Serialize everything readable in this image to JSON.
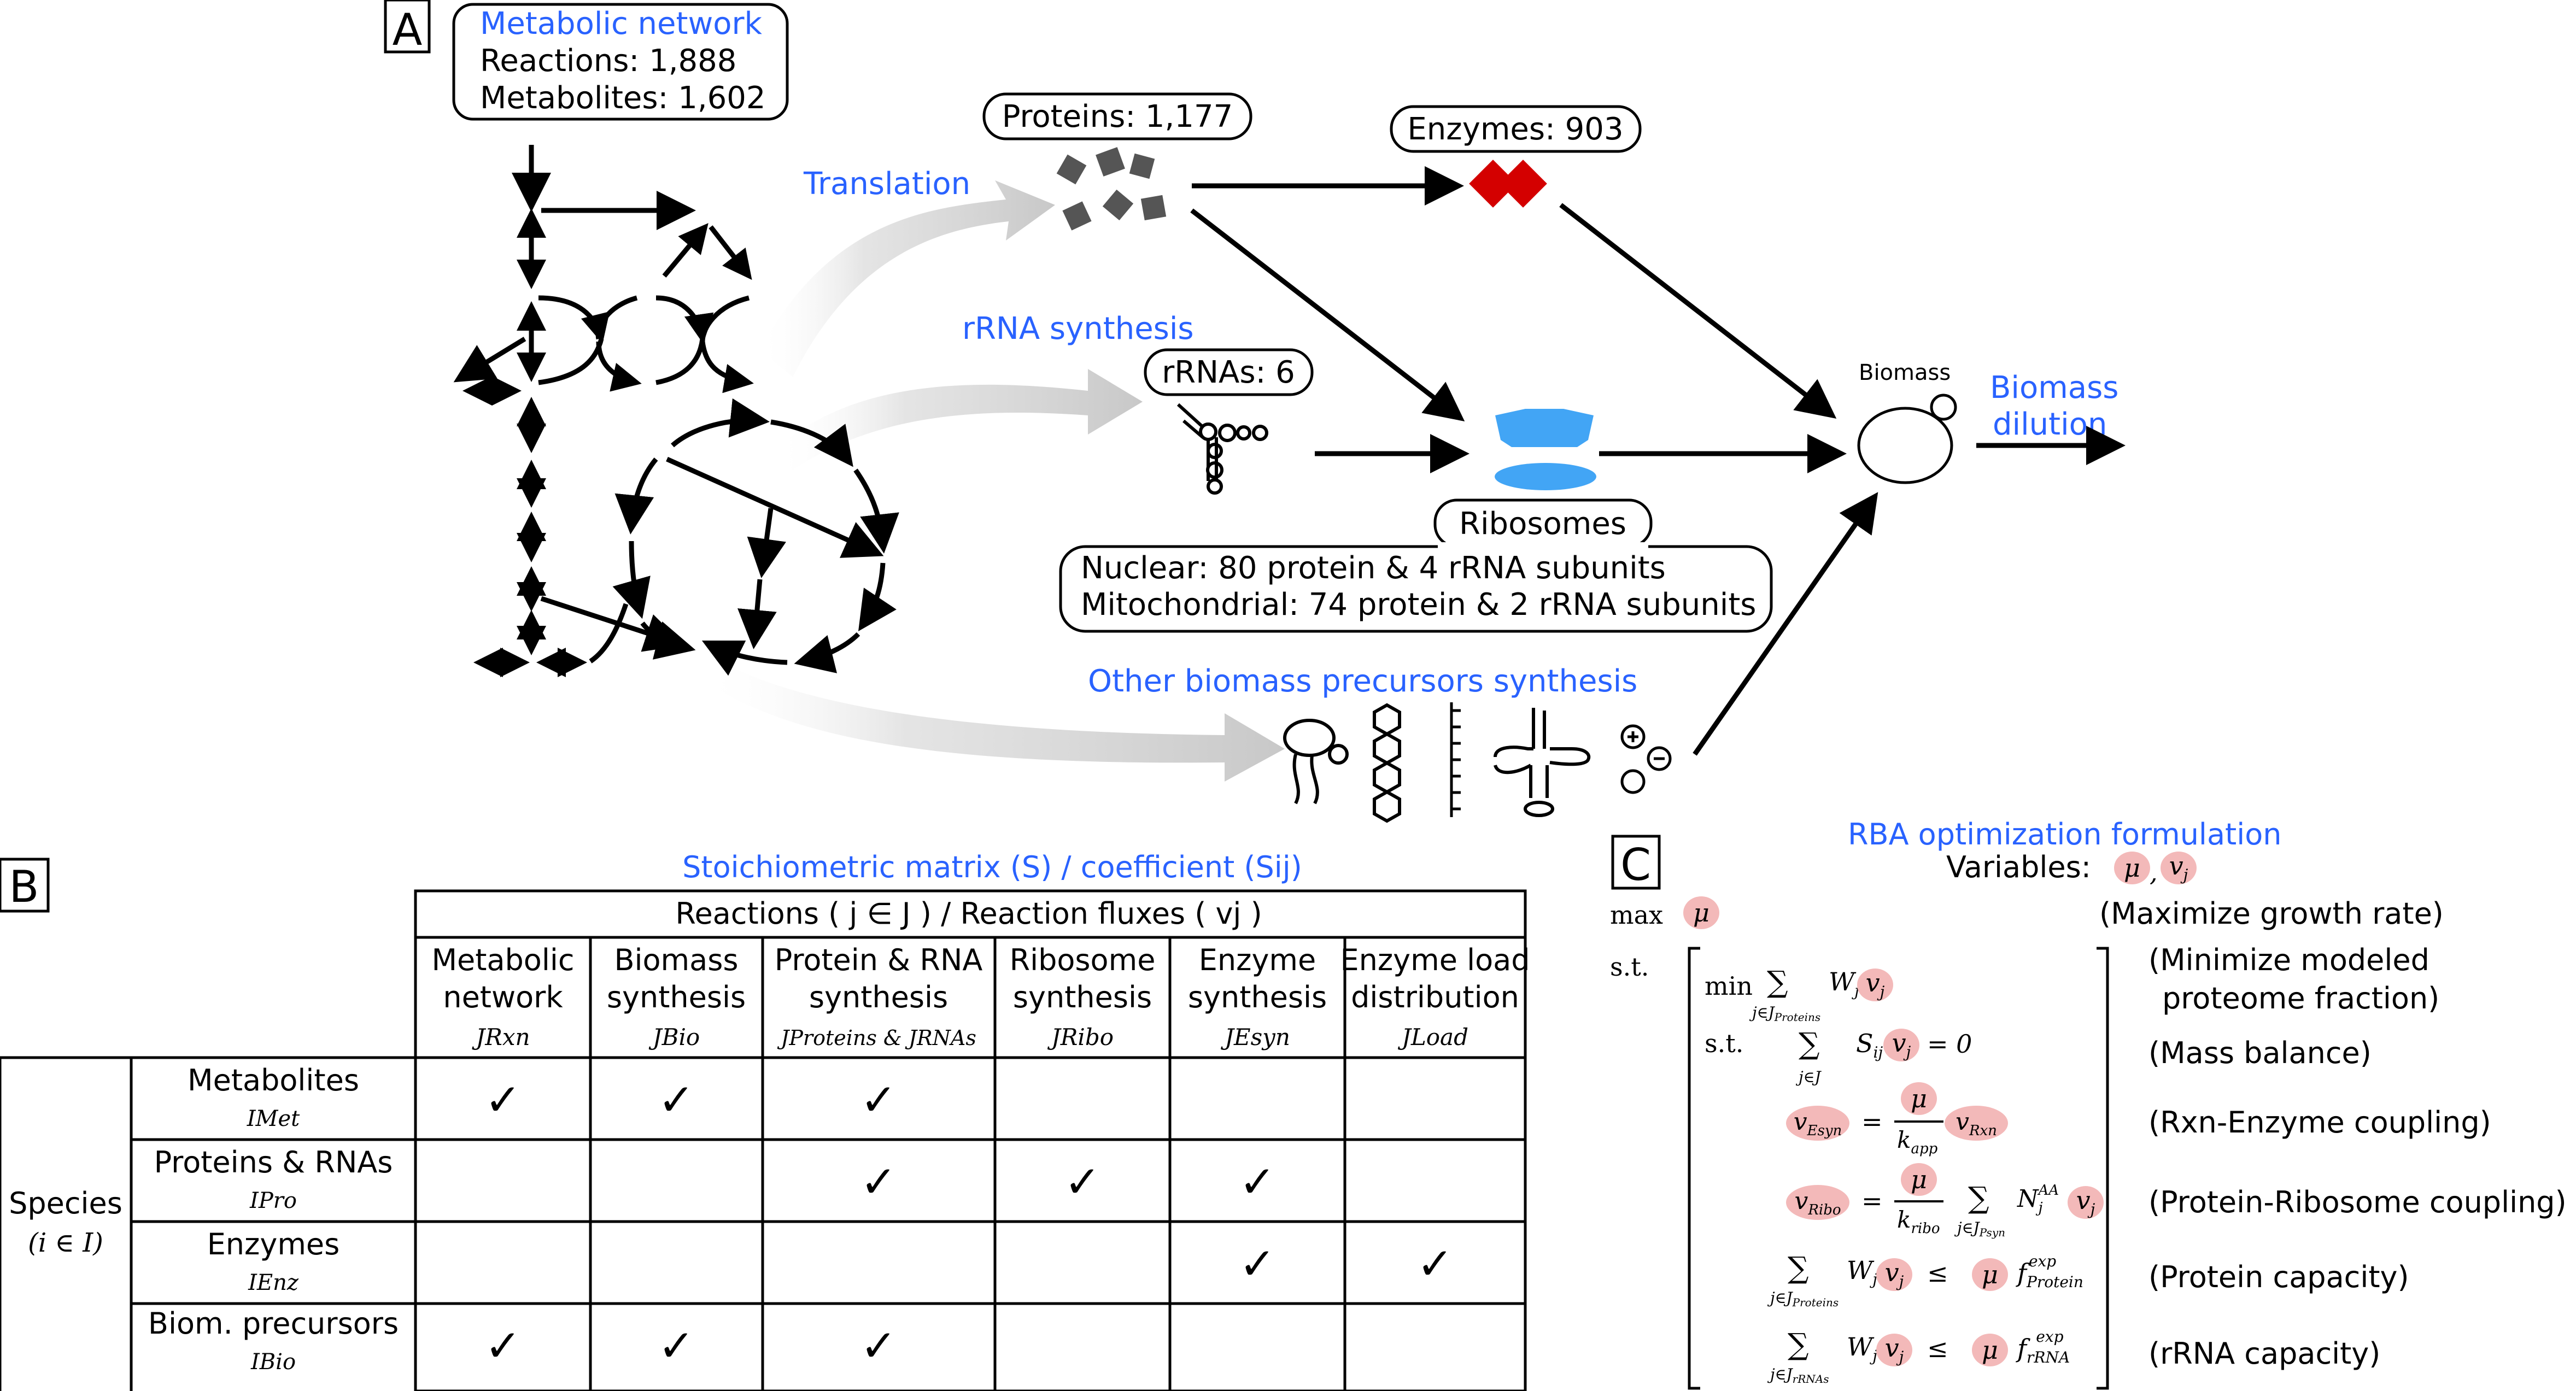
{
  "panelA": {
    "label": "A",
    "metabolic_network": {
      "title": "Metabolic network",
      "reactions": "Reactions: 1,888",
      "metabolites": "Metabolites: 1,602"
    },
    "proteins": "Proteins: 1,177",
    "enzymes": "Enzymes: 903",
    "rrnas": "rRNAs: 6",
    "ribosomes": {
      "title": "Ribosomes",
      "nuclear": "Nuclear: 80 protein & 4 rRNA subunits",
      "mito": "Mitochondrial: 74 protein & 2 rRNA subunits"
    },
    "biomass": "Biomass",
    "biomass_dilution": [
      "Biomass",
      "dilution"
    ],
    "processes": {
      "translation": "Translation",
      "rrna_synthesis": "rRNA synthesis",
      "other": "Other biomass precursors synthesis"
    }
  },
  "panelB": {
    "label": "B",
    "title": "Stoichiometric matrix (S) / coefficient (Sij)",
    "reactions_header": "Reactions ( j ∈ J ) / Reaction fluxes ( vj )",
    "columns": [
      {
        "line1": "Metabolic",
        "line2": "network",
        "sym": "JRxn"
      },
      {
        "line1": "Biomass",
        "line2": "synthesis",
        "sym": "JBio"
      },
      {
        "line1": "Protein & RNA",
        "line2": "synthesis",
        "sym": "JProteins & JRNAs"
      },
      {
        "line1": "Ribosome",
        "line2": "synthesis",
        "sym": "JRibo"
      },
      {
        "line1": "Enzyme",
        "line2": "synthesis",
        "sym": "JEsyn"
      },
      {
        "line1": "Enzyme load",
        "line2": "distribution",
        "sym": "JLoad"
      }
    ],
    "species_label": "Species",
    "species_sym": "(i ∈ I)",
    "rows": [
      {
        "name": "Metabolites",
        "sym": "IMet",
        "checks": [
          true,
          true,
          true,
          false,
          false,
          false
        ]
      },
      {
        "name": "Proteins & RNAs",
        "sym": "IPro",
        "checks": [
          false,
          false,
          true,
          true,
          true,
          false
        ]
      },
      {
        "name": "Enzymes",
        "sym": "IEnz",
        "checks": [
          false,
          false,
          false,
          false,
          true,
          true
        ]
      },
      {
        "name": "Biom. precursors",
        "sym": "IBio",
        "checks": [
          true,
          true,
          true,
          false,
          false,
          false
        ]
      }
    ],
    "check_glyph": "✓"
  },
  "panelC": {
    "label": "C",
    "title": "RBA optimization formulation",
    "variables_label": "Variables:",
    "max_label": "max",
    "st_label": "s.t.",
    "inner_min": "min",
    "inner_st": "s.t.",
    "mu": "μ",
    "descriptions": [
      "(Maximize growth rate)",
      "(Minimize modeled",
      "proteome fraction)",
      "(Mass balance)",
      "(Rxn-Enzyme coupling)",
      "(Protein-Ribosome coupling)",
      "(Protein capacity)",
      "(rRNA capacity)"
    ]
  },
  "colors": {
    "blue_text": "#2962ff",
    "enzyme_red": "#d40000",
    "ribosome_blue": "#42a5f5",
    "protein_gray": "#555555",
    "highlight_pink": "#f3b9b9"
  }
}
